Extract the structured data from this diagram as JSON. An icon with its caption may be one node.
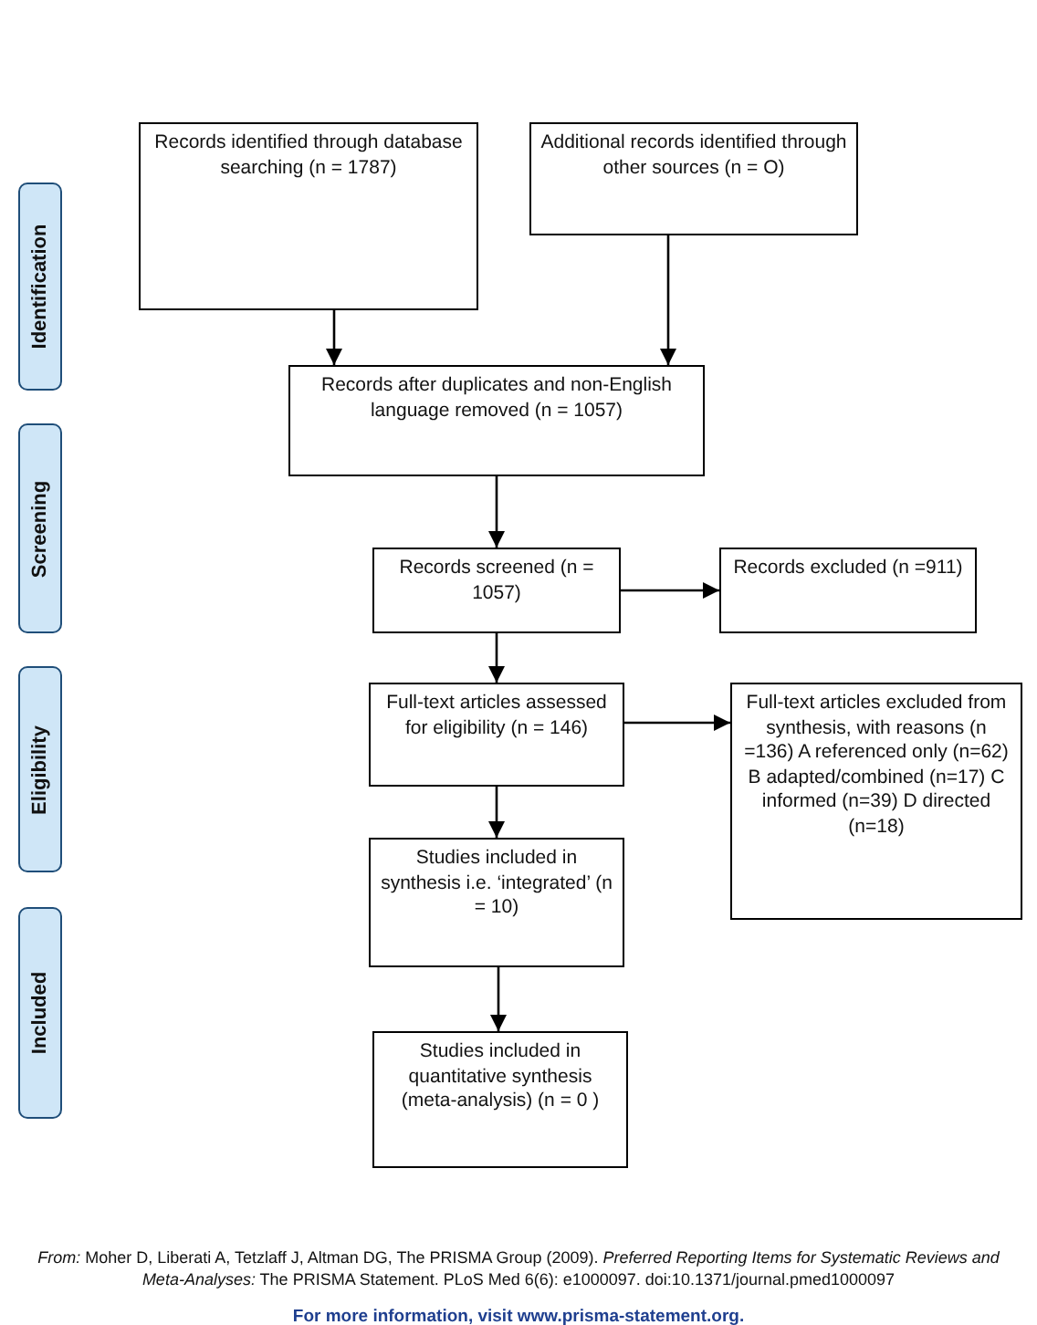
{
  "diagram": {
    "nodes": [
      {
        "text": [
          "Records identified through database searching (n = 1787)"
        ]
      },
      {
        "text": [
          "Additional records identified through other sources (n = O)"
        ]
      },
      {
        "text": [
          "Records after duplicates and non-English language removed (n = 1057)"
        ]
      },
      {
        "text": [
          "Records screened (n = 1057)"
        ]
      },
      {
        "text": [
          "Records excluded (n =911)"
        ]
      },
      {
        "text": [
          "Full-text articles assessed for eligibility (n = 146)"
        ]
      },
      {
        "text": [
          "Full-text articles excluded from synthesis, with reasons (n =136) A referenced only (n=62) B adapted/combined (n=17) C informed (n=39) D directed (n=18)"
        ]
      },
      {
        "text": [
          "Studies included in synthesis i.e. ‘integrated’ (n = 10)"
        ]
      },
      {
        "text": [
          "Studies included in quantitative synthesis (meta-analysis) (n = 0 )"
        ]
      },
      {
        "text": [
          "Identification"
        ]
      },
      {
        "text": [
          "Screening"
        ]
      },
      {
        "text": [
          "Eligibility"
        ]
      },
      {
        "text": [
          "Included"
        ]
      }
    ],
    "edges": [
      {
        "from": 0,
        "to": 2,
        "arrow": "to"
      },
      {
        "from": 1,
        "to": 2,
        "arrow": "to"
      },
      {
        "from": 2,
        "to": 3,
        "arrow": "to"
      },
      {
        "from": 3,
        "to": 4,
        "arrow": "to"
      },
      {
        "from": 3,
        "to": 5,
        "arrow": "to"
      },
      {
        "from": 5,
        "to": 6,
        "arrow": "to"
      },
      {
        "from": 5,
        "to": 7,
        "arrow": "to"
      },
      {
        "from": 7,
        "to": 8,
        "arrow": "to"
      }
    ],
    "labels": [
      "*From:*  Moher D, Liberati A, Tetzlaff J, Altman DG, The PRISMA Group (2009). *Preferred Reporting Items for Systematic Reviews and Meta-Analyses:* The PRISMA Statement. PLoS Med 6(6): e1000097. doi:10.1371/journal.pmed1000097",
      "For more information, visit www.prisma-statement.org."
    ]
  }
}
